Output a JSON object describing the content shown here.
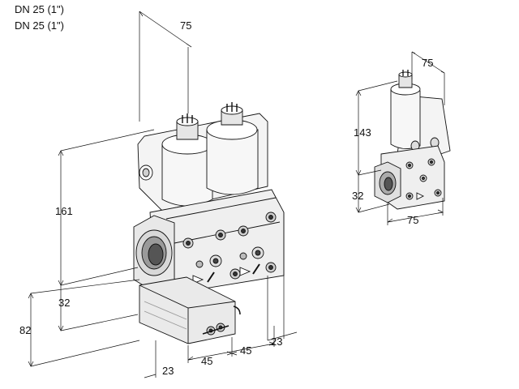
{
  "header": {
    "line1": "DN 25 (1\")",
    "line2": "DN 25 (1\")"
  },
  "dimensions": {
    "d75_top": "75",
    "d161": "161",
    "d32_left": "32",
    "d82": "82",
    "d23_bottom": "23",
    "d45_a": "45",
    "d45_b": "45",
    "d23_right": "23",
    "s75_top": "75",
    "s143": "143",
    "s32": "32",
    "s75_bottom": "75"
  },
  "colors": {
    "line": "#111111",
    "body_fill": "#f2f2f2",
    "shade": "#cfcfcf",
    "dark": "#555555"
  }
}
